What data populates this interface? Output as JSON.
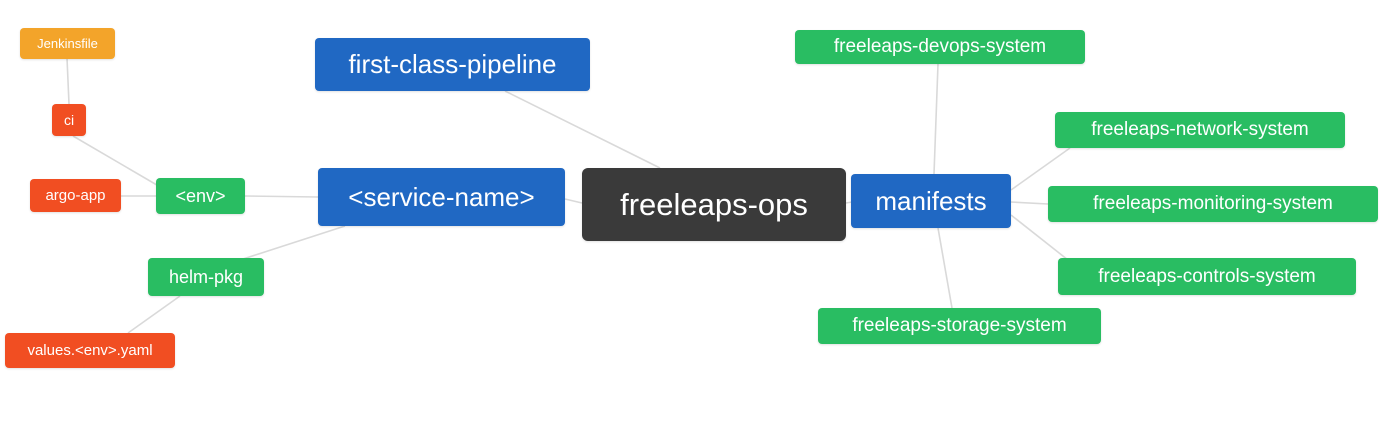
{
  "diagram": {
    "title": "freeleaps-ops repository structure mind map",
    "central_node": "freeleaps-ops",
    "colors": {
      "blue": "#2068c3",
      "green": "#29bd62",
      "dark": "#3a3a3a",
      "red_orange": "#f14e22",
      "yellow_orange": "#f3a42a",
      "edge": "#d9d9d9",
      "background": "#ffffff",
      "node_text": "#ffffff"
    },
    "nodes": [
      {
        "id": "jenkinsfile",
        "label": "Jenkinsfile",
        "color": "#f3a42a"
      },
      {
        "id": "ci",
        "label": "ci",
        "color": "#f14e22"
      },
      {
        "id": "argo-app",
        "label": "argo-app",
        "color": "#f14e22"
      },
      {
        "id": "env",
        "label": "<env>",
        "color": "#29bd62"
      },
      {
        "id": "helm-pkg",
        "label": "helm-pkg",
        "color": "#29bd62"
      },
      {
        "id": "values-env-yaml",
        "label": "values.<env>.yaml",
        "color": "#f14e22"
      },
      {
        "id": "first-class-pipeline",
        "label": "first-class-pipeline",
        "color": "#2068c3"
      },
      {
        "id": "service-name",
        "label": "<service-name>",
        "color": "#2068c3"
      },
      {
        "id": "freeleaps-ops",
        "label": "freeleaps-ops",
        "color": "#3a3a3a"
      },
      {
        "id": "manifests",
        "label": "manifests",
        "color": "#2068c3"
      },
      {
        "id": "freeleaps-devops-system",
        "label": "freeleaps-devops-system",
        "color": "#29bd62"
      },
      {
        "id": "freeleaps-network-system",
        "label": "freeleaps-network-system",
        "color": "#29bd62"
      },
      {
        "id": "freeleaps-monitoring-system",
        "label": "freeleaps-monitoring-system",
        "color": "#29bd62"
      },
      {
        "id": "freeleaps-controls-system",
        "label": "freeleaps-controls-system",
        "color": "#29bd62"
      },
      {
        "id": "freeleaps-storage-system",
        "label": "freeleaps-storage-system",
        "color": "#29bd62"
      }
    ],
    "edges": [
      [
        "jenkinsfile",
        "ci"
      ],
      [
        "ci",
        "env"
      ],
      [
        "argo-app",
        "env"
      ],
      [
        "env",
        "service-name"
      ],
      [
        "helm-pkg",
        "service-name"
      ],
      [
        "values-env-yaml",
        "helm-pkg"
      ],
      [
        "first-class-pipeline",
        "freeleaps-ops"
      ],
      [
        "service-name",
        "freeleaps-ops"
      ],
      [
        "freeleaps-ops",
        "manifests"
      ],
      [
        "manifests",
        "freeleaps-devops-system"
      ],
      [
        "manifests",
        "freeleaps-network-system"
      ],
      [
        "manifests",
        "freeleaps-monitoring-system"
      ],
      [
        "manifests",
        "freeleaps-controls-system"
      ],
      [
        "manifests",
        "freeleaps-storage-system"
      ]
    ]
  }
}
